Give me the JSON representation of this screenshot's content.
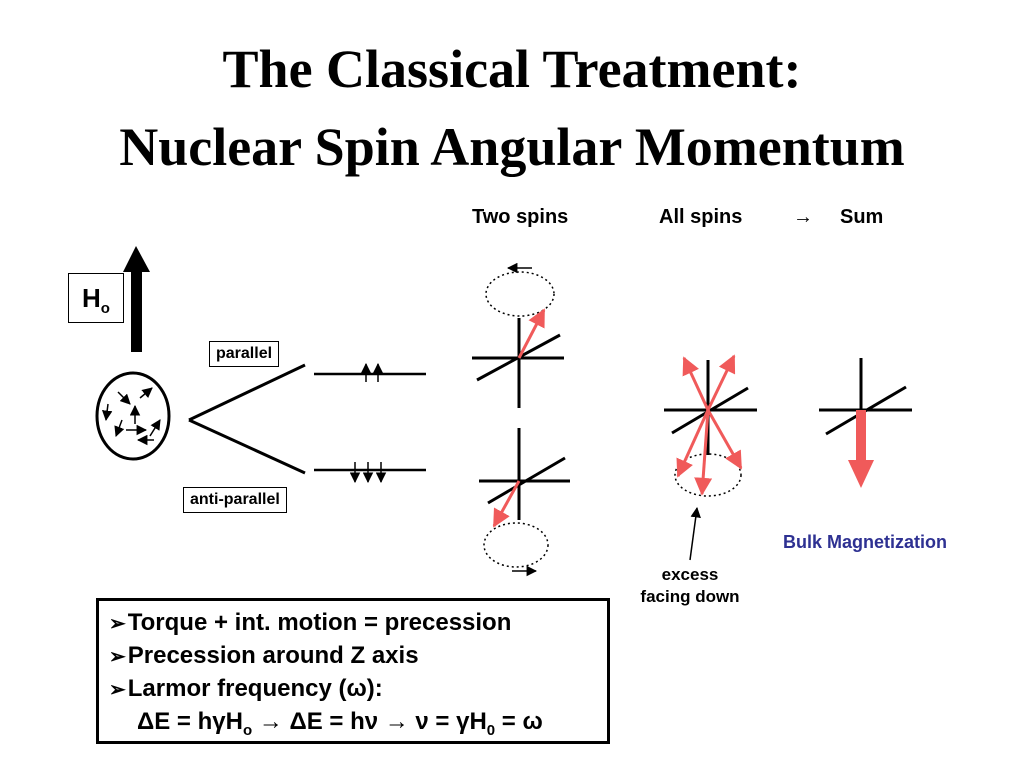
{
  "title": {
    "line1": "The Classical Treatment:",
    "line2": "Nuclear Spin Angular Momentum"
  },
  "headers": {
    "two_spins": "Two spins",
    "all_spins": "All spins",
    "arrow": "→",
    "sum": "Sum"
  },
  "field": {
    "label": "H",
    "subscript": "o"
  },
  "levels": {
    "parallel": "parallel",
    "anti_parallel": "anti-parallel"
  },
  "notes": {
    "bulk": "Bulk Magnetization",
    "excess": "excess facing down"
  },
  "info": {
    "bullets": [
      "Torque + int. motion = precession",
      "Precession around Z axis",
      "Larmor frequency (ω):"
    ],
    "equation": {
      "delta_e_1": "ΔE = hγH",
      "sub_1": "o",
      "mid": " → ΔE = hν → ν = γH",
      "sub_2": "0",
      "end": " = ω"
    }
  },
  "colors": {
    "spin_vector": "#f05a5a",
    "bulk_text": "#2e3192"
  }
}
